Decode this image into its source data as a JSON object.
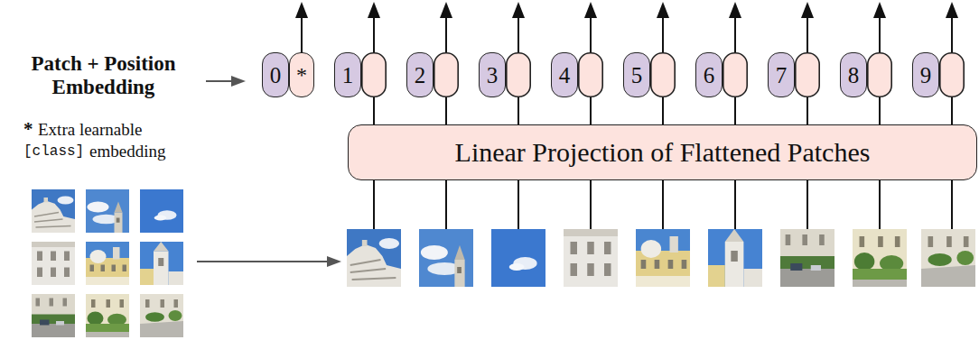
{
  "diagram": {
    "nodes": [
      {
        "text": [
          "0"
        ]
      },
      {
        "text": [
          "*"
        ]
      },
      {
        "text": [
          "1"
        ]
      },
      {
        "text": [
          "2"
        ]
      },
      {
        "text": [
          "3"
        ]
      },
      {
        "text": [
          "4"
        ]
      },
      {
        "text": [
          "5"
        ]
      },
      {
        "text": [
          "6"
        ]
      },
      {
        "text": [
          "7"
        ]
      },
      {
        "text": [
          "8"
        ]
      },
      {
        "text": [
          "9"
        ]
      },
      {
        "text": [
          "Linear Projection of Flattened Patches"
        ]
      }
    ],
    "labels": [
      "Patch + Position Embedding",
      "*",
      "Extra learnable",
      "[class]",
      "embedding"
    ]
  }
}
